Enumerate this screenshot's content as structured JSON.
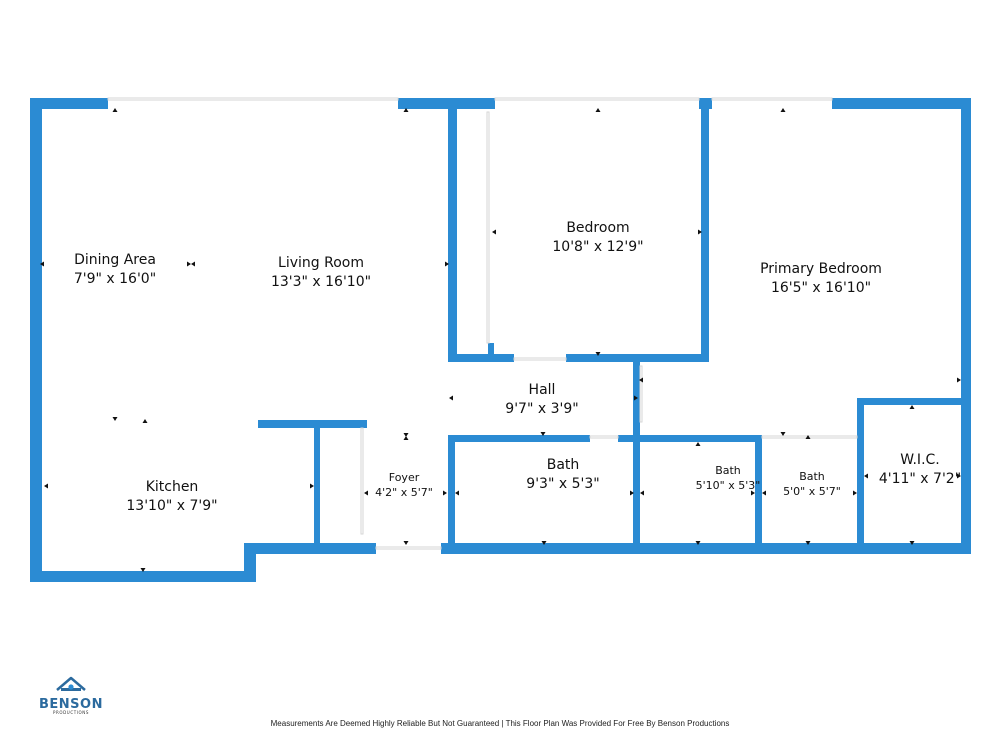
{
  "rooms": {
    "dining": {
      "name": "Dining Area",
      "dim": "7'9\" x 16'0\""
    },
    "living": {
      "name": "Living Room",
      "dim": "13'3\" x 16'10\""
    },
    "bedroom": {
      "name": "Bedroom",
      "dim": "10'8\" x 12'9\""
    },
    "primary": {
      "name": "Primary Bedroom",
      "dim": "16'5\" x 16'10\""
    },
    "hall": {
      "name": "Hall",
      "dim": "9'7\" x 3'9\""
    },
    "kitchen": {
      "name": "Kitchen",
      "dim": "13'10\" x 7'9\""
    },
    "foyer": {
      "name": "Foyer",
      "dim": "4'2\" x 5'7\""
    },
    "bath1": {
      "name": "Bath",
      "dim": "9'3\" x 5'3\""
    },
    "bath2": {
      "name": "Bath",
      "dim": "5'10\" x 5'3\""
    },
    "bath3": {
      "name": "Bath",
      "dim": "5'0\" x 5'7\""
    },
    "wic": {
      "name": "W.I.C.",
      "dim": "4'11\" x 7'2\""
    }
  },
  "logo": {
    "name": "BENSON",
    "tagline": "PRODUCTIONS"
  },
  "footer": {
    "disclaimer": "Measurements Are Deemed Highly Reliable But Not Guaranteed | This Floor Plan Was Provided For Free By Benson Productions"
  },
  "colors": {
    "wall": "#2b8bd3",
    "logo": "#2b6a9e"
  }
}
